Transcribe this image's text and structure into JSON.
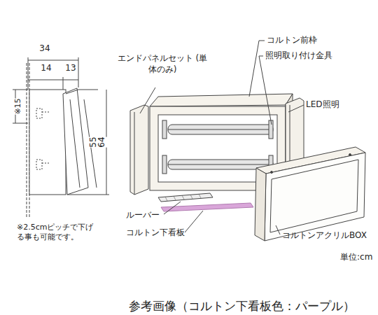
{
  "diagram": {
    "caption": "参考画像（コルトン下看板色：パープル）",
    "labels": [
      "34",
      "14",
      "13",
      "※15",
      "55",
      "64",
      "※2.5cmピッチで下げる事も可能です。",
      "エンドパネルセット (単体のみ)",
      "コルトン前枠",
      "照明取り付け金具",
      "LED照明",
      "ルーバー",
      "コルトン下看板",
      "コルトンアクリルBOX",
      "単位:cm"
    ]
  }
}
